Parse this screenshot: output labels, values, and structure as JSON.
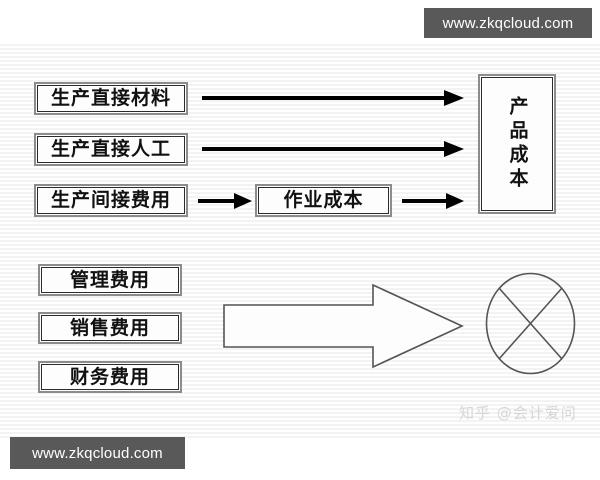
{
  "diagram": {
    "title_text_vertical": "产品成本",
    "cost_inputs": [
      {
        "label": "生产直接材料"
      },
      {
        "label": "生产直接人工"
      },
      {
        "label": "生产间接费用"
      }
    ],
    "intermediate": {
      "label": "作业成本"
    },
    "output": {
      "label": "产品成本"
    },
    "period_expenses": [
      {
        "label": "管理费用"
      },
      {
        "label": "销售费用"
      },
      {
        "label": "财务费用"
      }
    ],
    "excluded_marker": {
      "name": "crossed-out-ellipse",
      "meaning": "not-included"
    },
    "arrows": [
      {
        "name": "arrow-direct-material-to-product",
        "style": "thin-solid"
      },
      {
        "name": "arrow-direct-labor-to-product",
        "style": "thin-solid"
      },
      {
        "name": "arrow-indirect-cost-to-activity-cost",
        "style": "thin-solid"
      },
      {
        "name": "arrow-activity-cost-to-product",
        "style": "thin-solid"
      },
      {
        "name": "arrow-period-expenses-to-excluded",
        "style": "large-hollow-block"
      }
    ]
  },
  "watermarks": {
    "top_right": "www.zkqcloud.com",
    "bottom_left": "www.zkqcloud.com",
    "zhihu": "知乎 @会计爱问"
  },
  "colors": {
    "box_border_outer": "#8c8c8c",
    "box_border_inner": "#2b2b2b",
    "arrow_black": "#000000",
    "outline_gray": "#555555",
    "watermark_bg": "#595959",
    "watermark_text": "#ffffff",
    "zhihu_text": "#d6d6d6",
    "page_bg": "#ffffff"
  }
}
